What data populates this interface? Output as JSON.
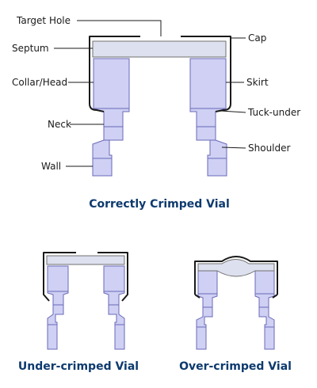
{
  "labels": {
    "target_hole": "Target Hole",
    "septum": "Septum",
    "collar_head": "Collar/Head",
    "neck": "Neck",
    "wall": "Wall",
    "cap": "Cap",
    "skirt": "Skirt",
    "tuck_under": "Tuck-under",
    "shoulder": "Shoulder"
  },
  "captions": {
    "correct": "Correctly Crimped Vial",
    "under": "Under-crimped Vial",
    "over": "Over-crimped Vial"
  },
  "colors": {
    "glass_fill": "#cfd0f3",
    "glass_stroke": "#6a6ab8",
    "septum_fill": "#dde0ee",
    "caption_text": "#0d3a6e"
  }
}
